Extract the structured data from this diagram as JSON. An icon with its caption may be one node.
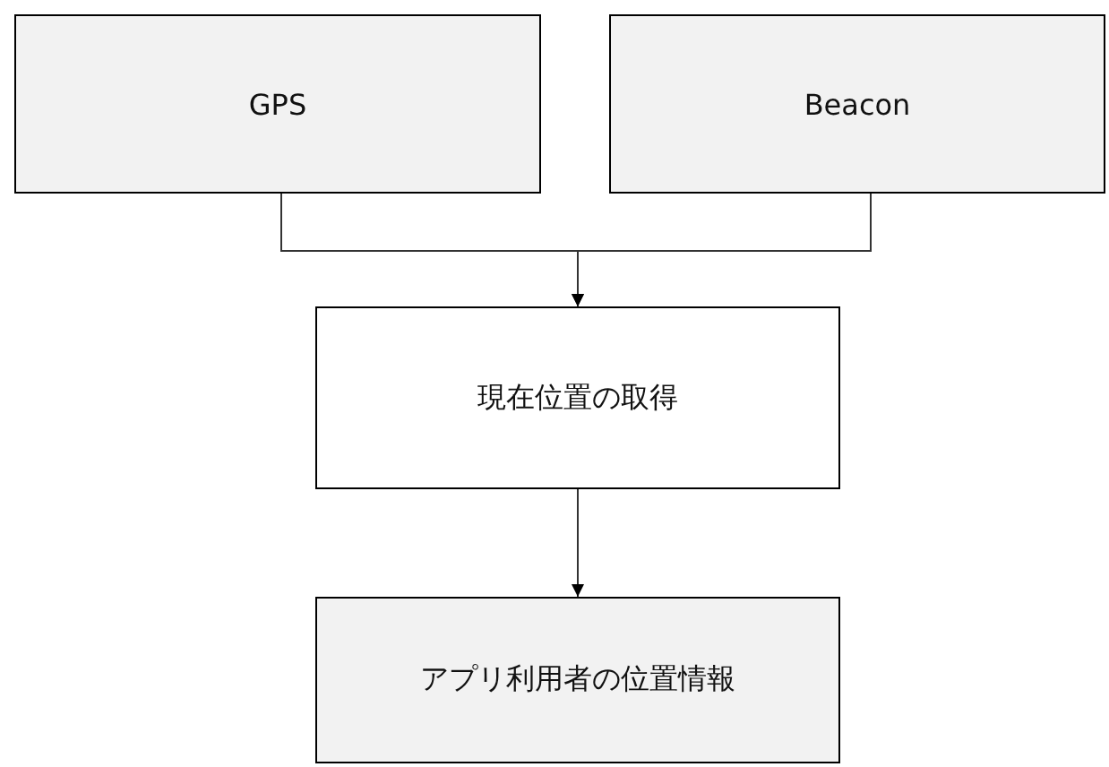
{
  "diagram": {
    "nodes": [
      {
        "text": [
          "GPS"
        ]
      },
      {
        "text": [
          "Beacon"
        ]
      },
      {
        "text": [
          "現在位置の取得"
        ]
      },
      {
        "text": [
          "アプリ利用者の位置情報"
        ]
      }
    ],
    "edges": [
      {
        "from": 0,
        "to": 2,
        "arrow": "to"
      },
      {
        "from": 1,
        "to": 2,
        "arrow": "to"
      },
      {
        "from": 2,
        "to": 3,
        "arrow": "to"
      }
    ]
  }
}
